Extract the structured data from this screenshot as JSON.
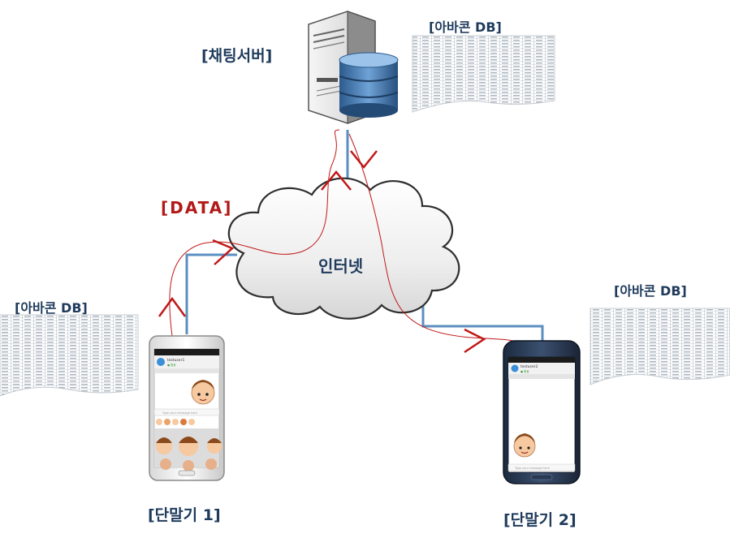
{
  "labels": {
    "server": "[채팅서버]",
    "server_db": "[아바콘 DB]",
    "left_db": "[아바콘 DB]",
    "right_db": "[아바콘 DB]",
    "data": "[DATA]",
    "internet": "인터넷",
    "terminal1": "[단말기 1]",
    "terminal2": "[단말기 2]"
  },
  "phones": {
    "phone1": {
      "user": "testuser1",
      "status": "● 활동",
      "input_placeholder": "Type your message here"
    },
    "phone2": {
      "user": "testuser2",
      "status": "● 활동",
      "input_placeholder": "Type your message here"
    }
  },
  "colors": {
    "link_line": "#5b8fc0",
    "data_arrow": "#c01818",
    "label": "#1f3b5c",
    "data_label": "#b21a1a",
    "cloud_fill": "#e9e9e9"
  }
}
